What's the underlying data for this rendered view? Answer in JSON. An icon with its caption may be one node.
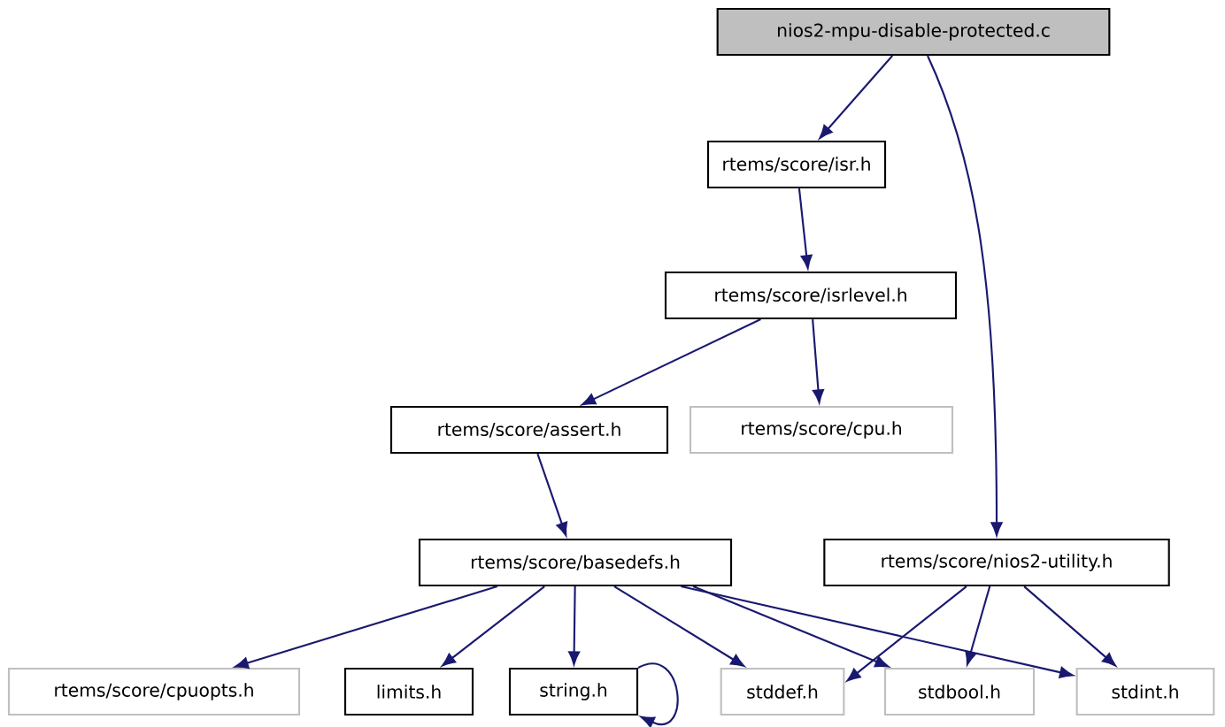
{
  "diagram": {
    "nodes": [
      {
        "text": [
          "nios2-mpu-disable-protected.c"
        ]
      },
      {
        "text": [
          "rtems/score/isr.h"
        ]
      },
      {
        "text": [
          "rtems/score/isrlevel.h"
        ]
      },
      {
        "text": [
          "rtems/score/assert.h"
        ]
      },
      {
        "text": [
          "rtems/score/cpu.h"
        ]
      },
      {
        "text": [
          "rtems/score/basedefs.h"
        ]
      },
      {
        "text": [
          "rtems/score/nios2-utility.h"
        ]
      },
      {
        "text": [
          "rtems/score/cpuopts.h"
        ]
      },
      {
        "text": [
          "limits.h"
        ]
      },
      {
        "text": [
          "string.h"
        ]
      },
      {
        "text": [
          "stddef.h"
        ]
      },
      {
        "text": [
          "stdbool.h"
        ]
      },
      {
        "text": [
          "stdint.h"
        ]
      }
    ],
    "edges": [
      {
        "from": 0,
        "to": 1,
        "arrow": "to"
      },
      {
        "from": 0,
        "to": 6,
        "arrow": "to"
      },
      {
        "from": 1,
        "to": 2,
        "arrow": "to"
      },
      {
        "from": 2,
        "to": 3,
        "arrow": "to"
      },
      {
        "from": 2,
        "to": 4,
        "arrow": "to"
      },
      {
        "from": 3,
        "to": 5,
        "arrow": "to"
      },
      {
        "from": 5,
        "to": 7,
        "arrow": "to"
      },
      {
        "from": 5,
        "to": 8,
        "arrow": "to"
      },
      {
        "from": 5,
        "to": 9,
        "arrow": "to"
      },
      {
        "from": 5,
        "to": 10,
        "arrow": "to"
      },
      {
        "from": 5,
        "to": 11,
        "arrow": "to"
      },
      {
        "from": 5,
        "to": 12,
        "arrow": "to"
      },
      {
        "from": 9,
        "to": 9,
        "arrow": "to"
      },
      {
        "from": 6,
        "to": 10,
        "arrow": "to"
      },
      {
        "from": 6,
        "to": 11,
        "arrow": "to"
      },
      {
        "from": 6,
        "to": 12,
        "arrow": "to"
      }
    ]
  }
}
